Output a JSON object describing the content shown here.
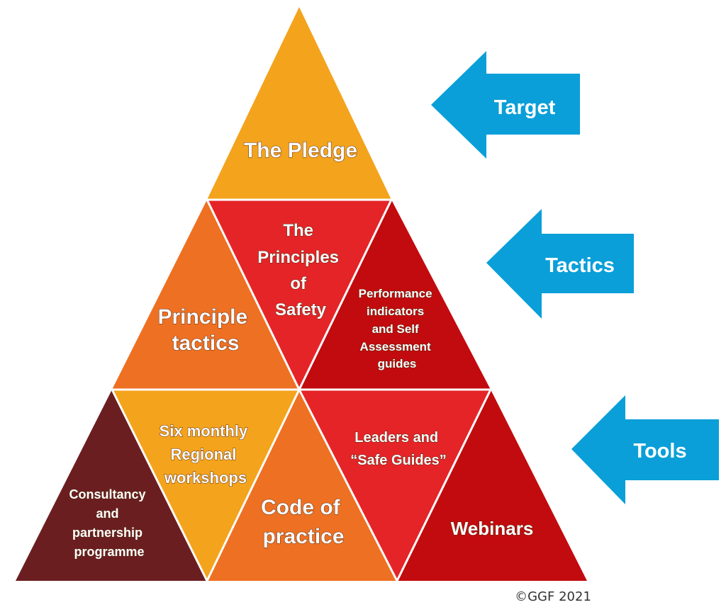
{
  "pyramid": {
    "top": {
      "label": "The Pledge"
    },
    "middle": {
      "left": {
        "label_lines": [
          "Principle",
          "tactics"
        ]
      },
      "center": {
        "label_lines": [
          "The",
          "Principles",
          "of",
          "Safety"
        ]
      },
      "right": {
        "label_lines": [
          "Performance",
          "indicators",
          "and Self",
          "Assessment",
          "guides"
        ]
      }
    },
    "bottom": {
      "first": {
        "label_lines": [
          "Consultancy",
          "and",
          "partnership",
          "programme"
        ]
      },
      "second": {
        "label_lines": [
          "Six monthly",
          "Regional",
          "workshops"
        ]
      },
      "third": {
        "label_lines": [
          "Code of",
          "practice"
        ]
      },
      "fourth": {
        "label_lines": [
          "Leaders and",
          "“Safe Guides”"
        ]
      },
      "fifth": {
        "label_lines": [
          "Webinars"
        ]
      }
    }
  },
  "arrows": {
    "target": {
      "label": "Target"
    },
    "tactics": {
      "label": "Tactics"
    },
    "tools": {
      "label": "Tools"
    }
  },
  "footer": {
    "copyright": "©GGF 2021"
  },
  "colors": {
    "yellow": "#f4a31c",
    "orange": "#ee7022",
    "red": "#e52428",
    "dark_red": "#c20b0e",
    "maroon": "#6b1e20",
    "arrow_blue": "#0a9fd8"
  }
}
